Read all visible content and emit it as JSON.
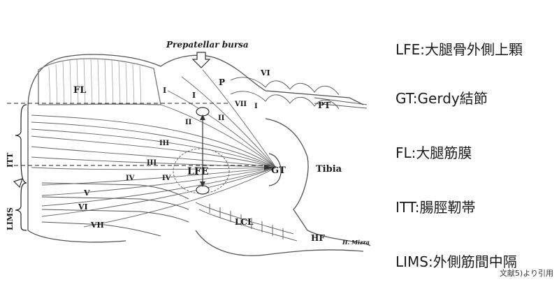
{
  "figure": {
    "labels": {
      "prepatellar_bursa": "Prepatellar bursa",
      "fl": "FL",
      "p": "P",
      "i_left": "I",
      "i_right": "I",
      "vi_top": "VI",
      "vii_top": "VII",
      "i_small": "I",
      "pt": "PT",
      "ii_left": "II",
      "ii_right": "II",
      "iii": "III",
      "iii_low": "III",
      "iv": "IV",
      "iv_right": "IV",
      "lfe": "LFE",
      "gt": "GT",
      "tibia": "Tibia",
      "v": "V",
      "vi": "VI",
      "vii": "VII",
      "lcl": "LCL",
      "hf": "HF",
      "itt": "ITT",
      "lims": "LIMS",
      "signature": "H. Mizra"
    }
  },
  "legend": {
    "items": [
      "LFE:大腿骨外側上顆",
      "GT:Gerdy結節",
      "FL:大腿筋膜",
      "ITT:腸脛靭帯",
      "LIMS:外側筋間中隔"
    ]
  },
  "citation": "文献5)より引用"
}
